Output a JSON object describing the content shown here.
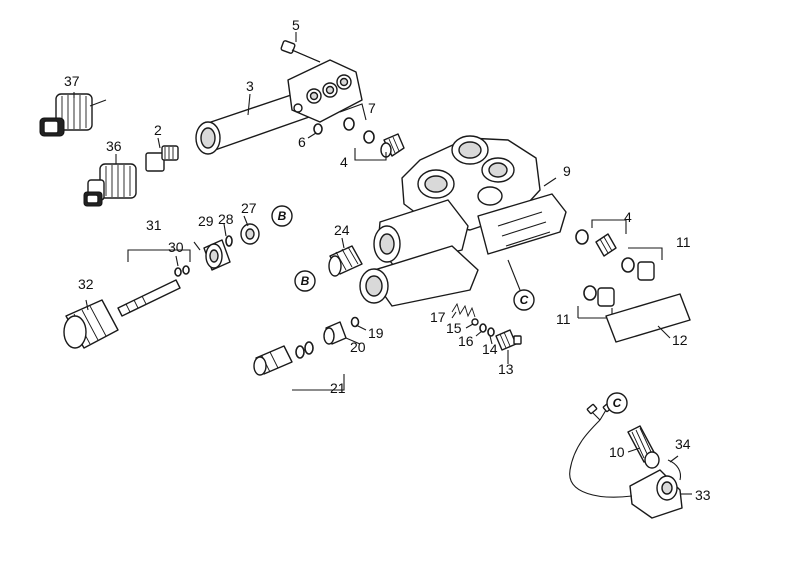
{
  "labels": {
    "p2": "2",
    "p3": "3",
    "p4a": "4",
    "p4b": "4",
    "p5": "5",
    "p6": "6",
    "p7": "7",
    "p9": "9",
    "p10": "10",
    "p11a": "11",
    "p11b": "11",
    "p12": "12",
    "p13": "13",
    "p14": "14",
    "p15": "15",
    "p16": "16",
    "p17": "17",
    "p19": "19",
    "p20": "20",
    "p21": "21",
    "p24": "24",
    "p27": "27",
    "p28": "28",
    "p29": "29",
    "p30": "30",
    "p31": "31",
    "p32": "32",
    "p33": "33",
    "p34": "34",
    "p36": "36",
    "p37": "37"
  },
  "refs": {
    "b_top": "B",
    "b_left": "B",
    "c_mid": "C",
    "c_bottom": "C"
  }
}
